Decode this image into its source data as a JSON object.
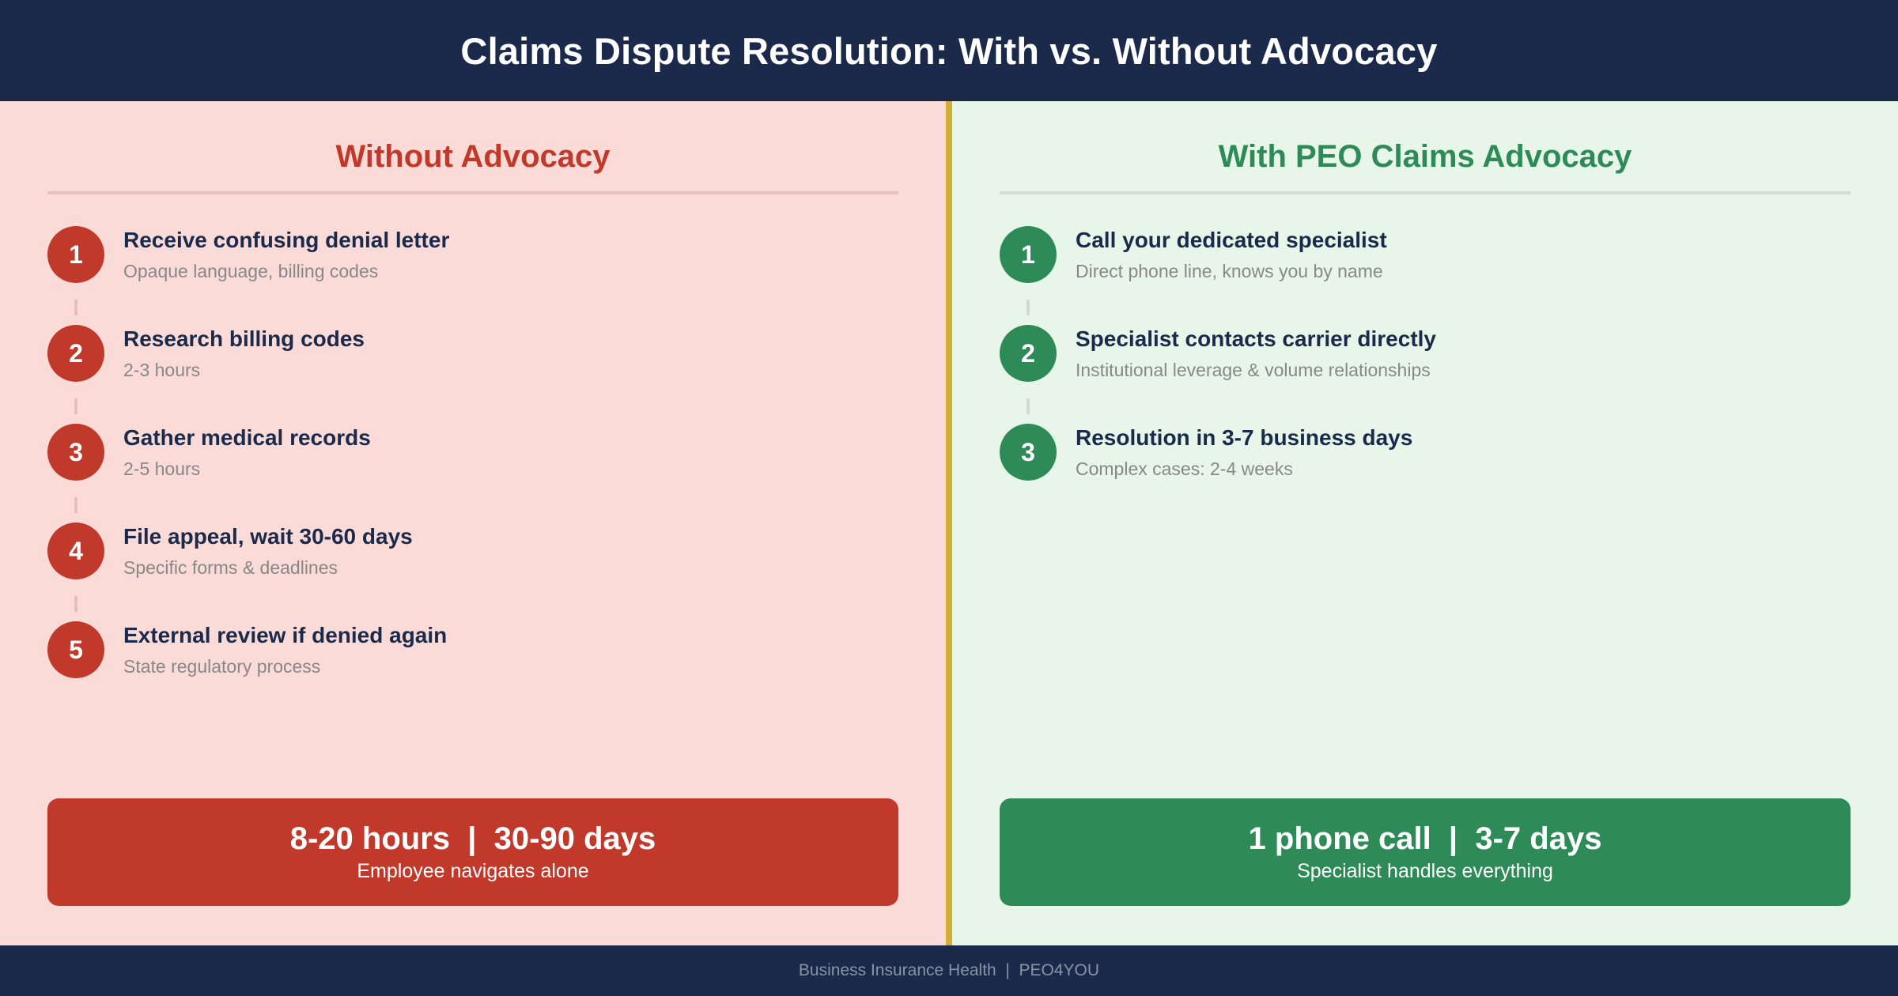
{
  "header": {
    "title": "Claims Dispute Resolution: With vs. Without Advocacy"
  },
  "colors": {
    "navy": "#1b2a4a",
    "red": "#c0392b",
    "green": "#2e8b57",
    "gold_divider": "#d4af37",
    "left_bg": "#fadbd8",
    "right_bg": "#e8f5e9"
  },
  "without": {
    "title": "Without Advocacy",
    "steps": [
      {
        "number": "1",
        "title": "Receive confusing denial letter",
        "desc": "Opaque language, billing codes"
      },
      {
        "number": "2",
        "title": "Research billing codes",
        "desc": "2-3 hours"
      },
      {
        "number": "3",
        "title": "Gather medical records",
        "desc": "2-5 hours"
      },
      {
        "number": "4",
        "title": "File appeal, wait 30-60 days",
        "desc": "Specific forms & deadlines"
      },
      {
        "number": "5",
        "title": "External review if denied again",
        "desc": "State regulatory process"
      }
    ],
    "summary": {
      "main": "8-20 hours  |  30-90 days",
      "sub": "Employee navigates alone"
    }
  },
  "with": {
    "title": "With PEO Claims Advocacy",
    "steps": [
      {
        "number": "1",
        "title": "Call your dedicated specialist",
        "desc": "Direct phone line, knows you by name"
      },
      {
        "number": "2",
        "title": "Specialist contacts carrier directly",
        "desc": "Institutional leverage & volume relationships"
      },
      {
        "number": "3",
        "title": "Resolution in 3-7 business days",
        "desc": "Complex cases: 2-4 weeks"
      }
    ],
    "summary": {
      "main": "1 phone call  |  3-7 days",
      "sub": "Specialist handles everything"
    }
  },
  "footer": {
    "text": "Business Insurance Health  |  PEO4YOU"
  }
}
